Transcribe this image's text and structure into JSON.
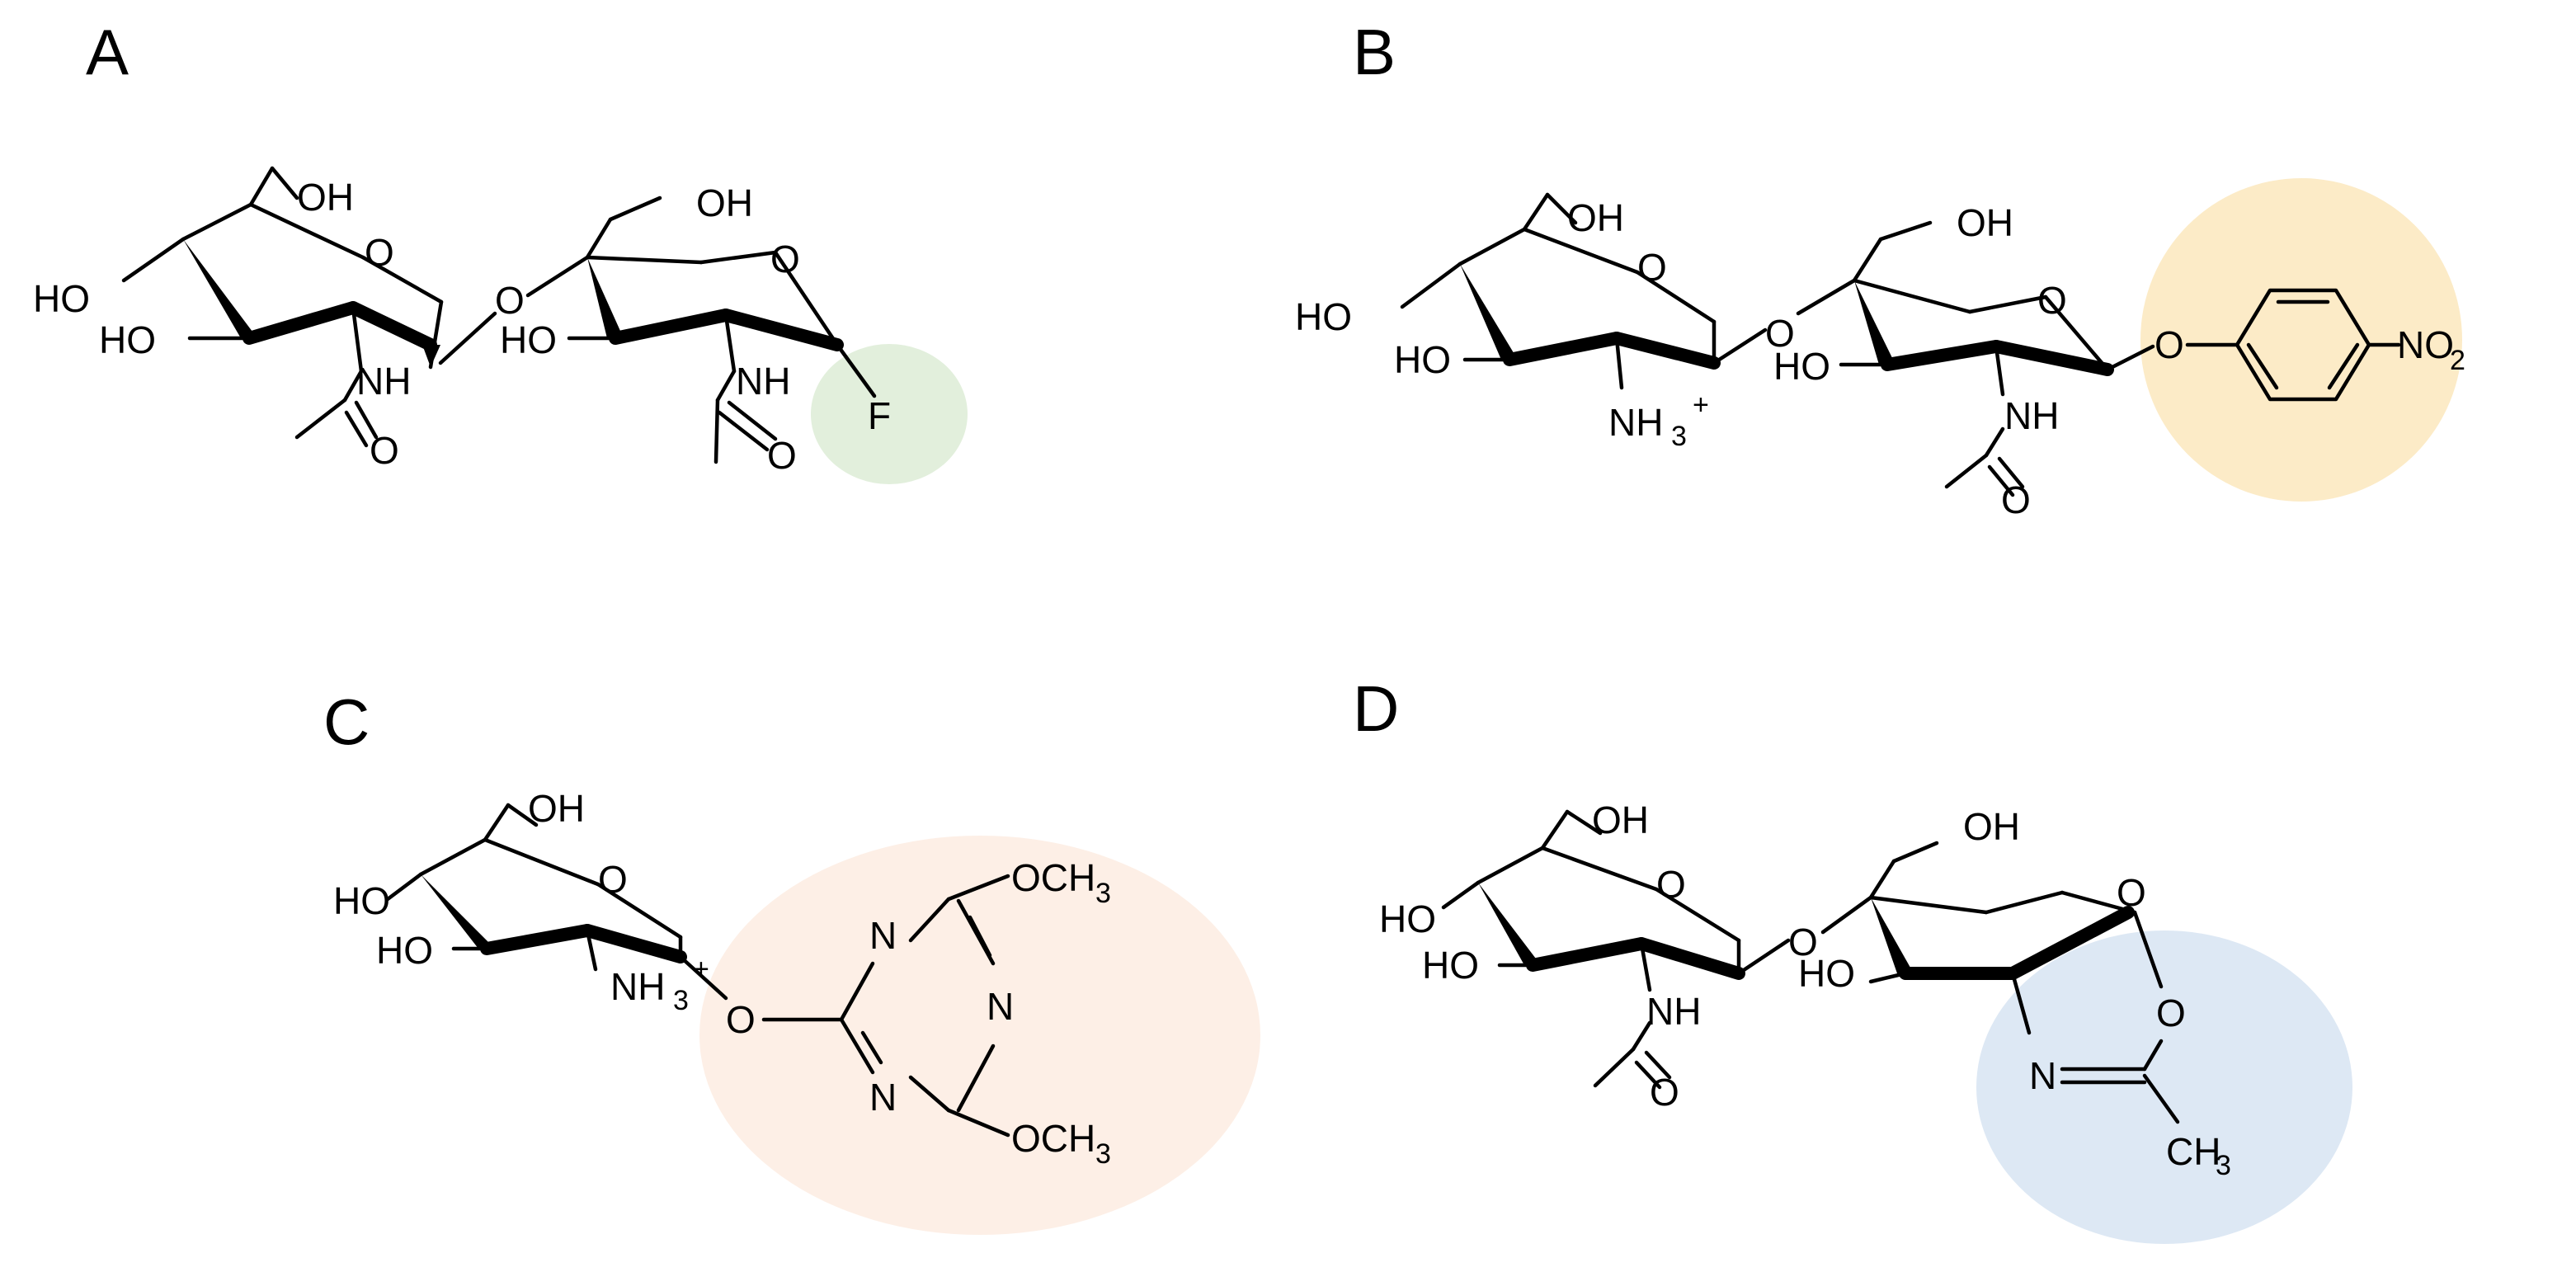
{
  "panels": {
    "a": {
      "label": "A",
      "highlight_color": "#e2efdc",
      "atoms": [
        "OH",
        "HO",
        "O",
        "HO",
        "NH",
        "O",
        "OH",
        "O",
        "HO",
        "NH",
        "O",
        "F"
      ]
    },
    "b": {
      "label": "B",
      "highlight_color": "#fcebc7",
      "atoms": [
        "OH",
        "HO",
        "O",
        "HO",
        "NH",
        "3",
        "+",
        "O",
        "OH",
        "O",
        "HO",
        "NH",
        "O",
        "O",
        "NO",
        "2"
      ]
    },
    "c": {
      "label": "C",
      "highlight_color": "#fdefe6",
      "atoms": [
        "OH",
        "HO",
        "O",
        "HO",
        "NH",
        "3",
        "+",
        "O",
        "N",
        "N",
        "N",
        "OCH",
        "3",
        "OCH",
        "3"
      ]
    },
    "d": {
      "label": "D",
      "highlight_color": "#dde8f4",
      "atoms": [
        "OH",
        "HO",
        "O",
        "HO",
        "NH",
        "O",
        "O",
        "OH",
        "O",
        "HO",
        "N",
        "O",
        "CH",
        "3"
      ]
    }
  }
}
